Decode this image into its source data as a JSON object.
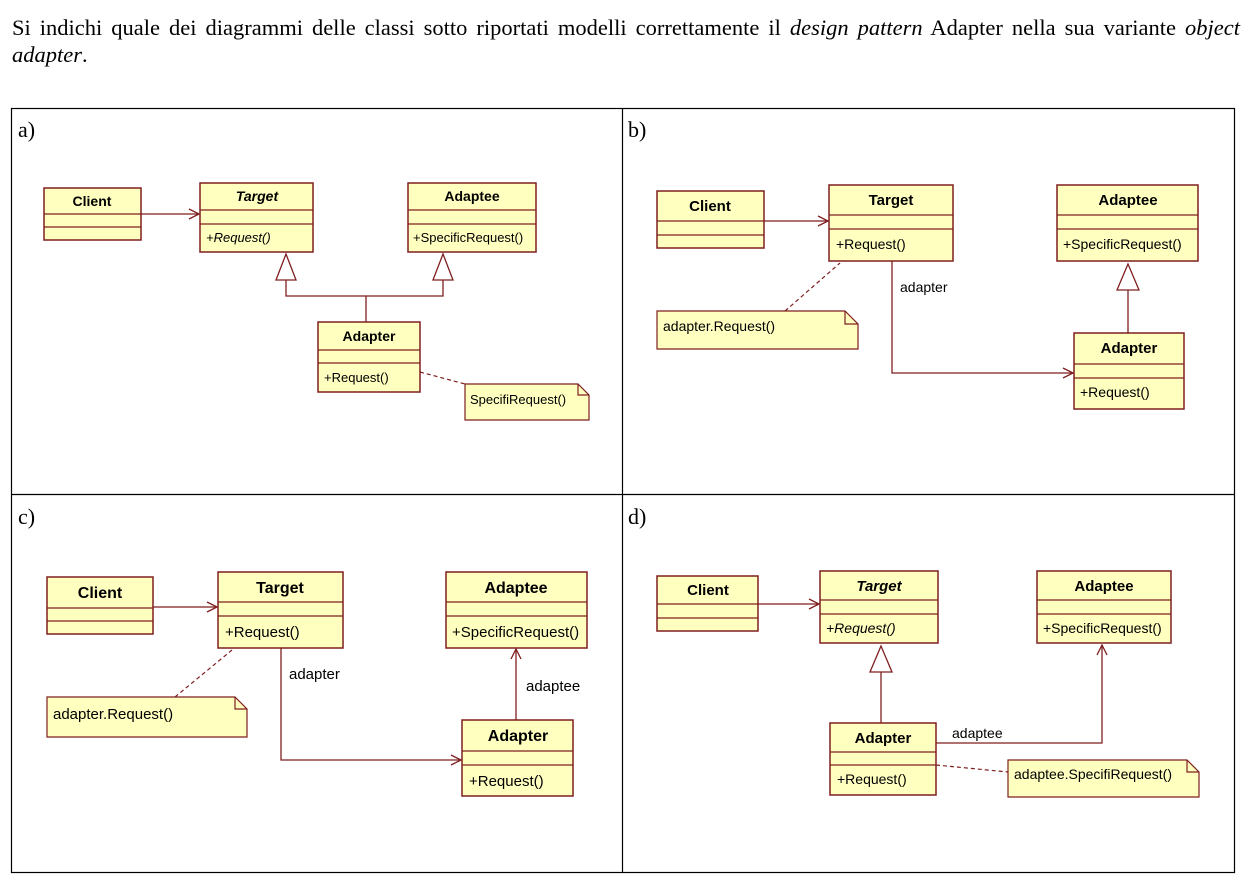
{
  "question": {
    "part1": "Si indichi quale dei diagrammi delle classi sotto riportati modelli correttamente il",
    "design_pattern": "design pattern",
    "part2": "Adapter nella sua variante",
    "object_adapter": "object adapter",
    "end": "."
  },
  "colors": {
    "class_fill": "#ffffc0",
    "class_stroke": "#7f1f1f",
    "arrow": "#7f1f1f",
    "border": "#000000"
  },
  "panels": {
    "a": {
      "label": "a)",
      "client": "Client",
      "target": "Target",
      "target_op": "+Request()",
      "adaptee": "Adaptee",
      "adaptee_op": "+SpecificRequest()",
      "adapter": "Adapter",
      "adapter_op": "+Request()",
      "note": "SpecifiRequest()"
    },
    "b": {
      "label": "b)",
      "client": "Client",
      "target": "Target",
      "target_op": "+Request()",
      "adaptee": "Adaptee",
      "adaptee_op": "+SpecificRequest()",
      "adapter": "Adapter",
      "adapter_op": "+Request()",
      "note": "adapter.Request()",
      "assoc": "adapter"
    },
    "c": {
      "label": "c)",
      "client": "Client",
      "target": "Target",
      "target_op": "+Request()",
      "adaptee": "Adaptee",
      "adaptee_op": "+SpecificRequest()",
      "adapter": "Adapter",
      "adapter_op": "+Request()",
      "note": "adapter.Request()",
      "assoc1": "adapter",
      "assoc2": "adaptee"
    },
    "d": {
      "label": "d)",
      "client": "Client",
      "target": "Target",
      "target_op": "+Request()",
      "adaptee": "Adaptee",
      "adaptee_op": "+SpecificRequest()",
      "adapter": "Adapter",
      "adapter_op": "+Request()",
      "note": "adaptee.SpecifiRequest()",
      "assoc": "adaptee"
    }
  }
}
